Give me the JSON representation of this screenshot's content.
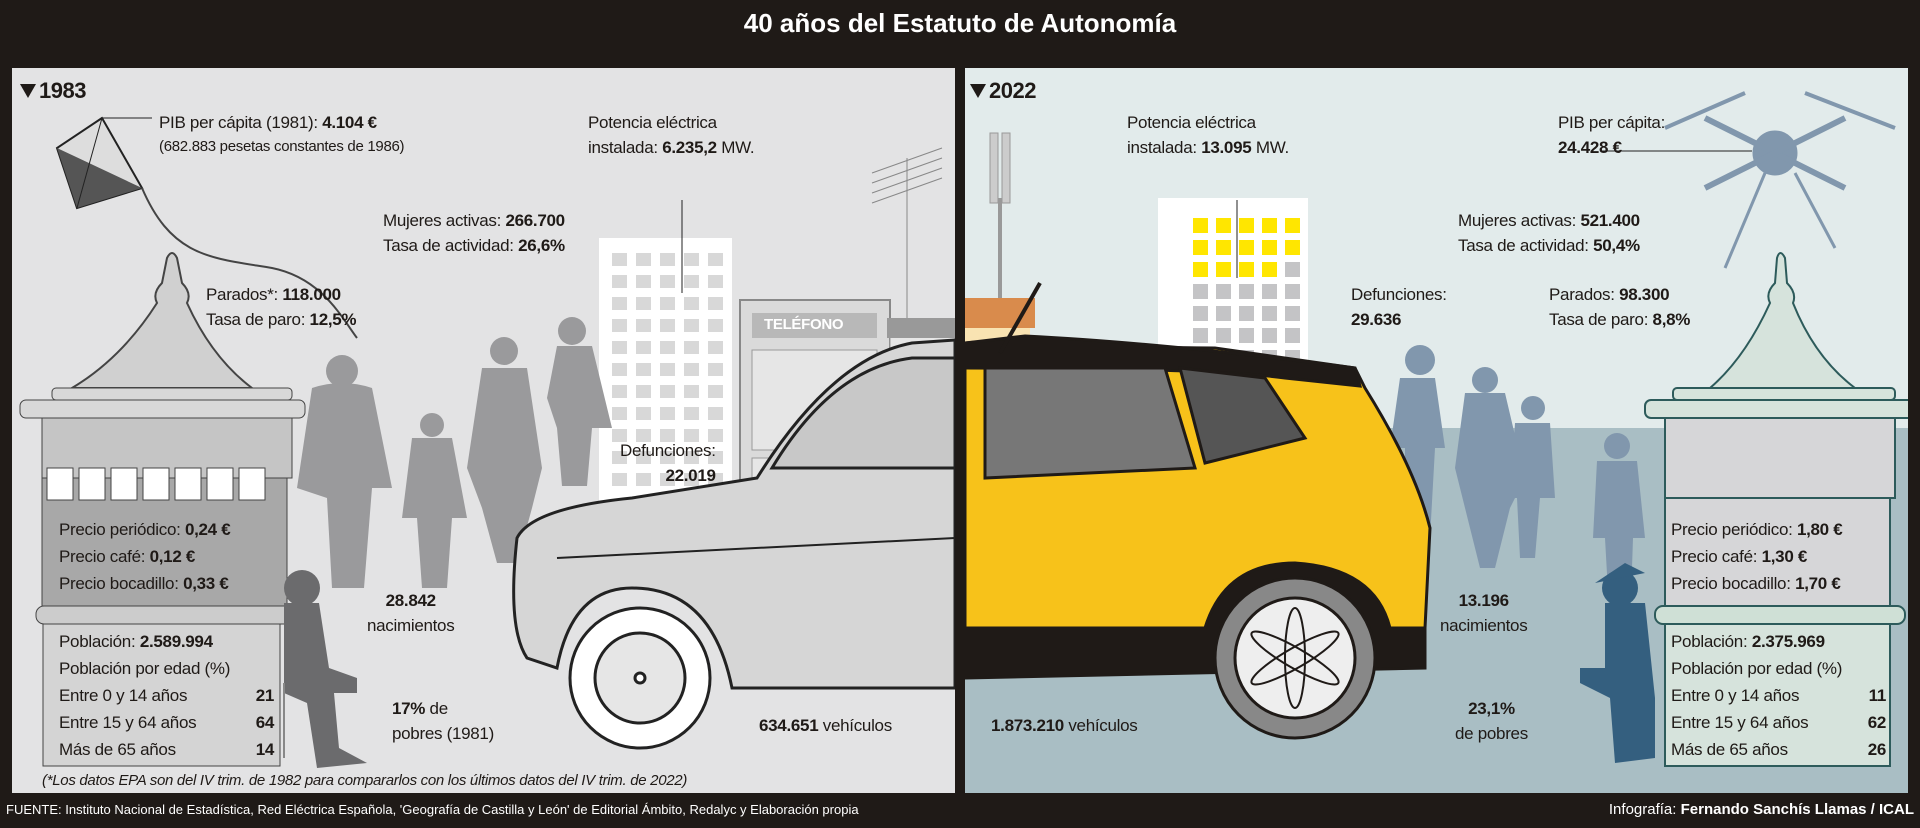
{
  "title": "40 años del Estatuto de Autonomía",
  "left": {
    "year": "1983",
    "pib_label": "PIB per cápita (1981): ",
    "pib_value": "4.104 €",
    "pib_note": "(682.883 pesetas constantes de 1986)",
    "potencia_label1": "Potencia eléctrica",
    "potencia_label2": "instalada: ",
    "potencia_value": "6.235,2",
    "potencia_unit": " MW.",
    "mujeres_label": "Mujeres activas: ",
    "mujeres_value": "266.700",
    "tasa_act_label": "Tasa de actividad: ",
    "tasa_act_value": "26,6%",
    "parados_label": "Parados*: ",
    "parados_value": "118.000",
    "tasa_paro_label": "Tasa de paro: ",
    "tasa_paro_value": "12,5%",
    "defunciones_label": "Defunciones:",
    "defunciones_value": "22.019",
    "telefono": "TELÉFONO",
    "prices": [
      {
        "label": "Precio periódico: ",
        "value": "0,24 €"
      },
      {
        "label": "Precio café: ",
        "value": "0,12 €"
      },
      {
        "label": "Precio bocadillo: ",
        "value": "0,33 €"
      }
    ],
    "poblacion_label": "Población: ",
    "poblacion_value": "2.589.994",
    "edad_label": "Población por edad (%)",
    "ages": [
      {
        "label": "Entre 0 y 14 años",
        "value": "21"
      },
      {
        "label": "Entre 15 y 64 años",
        "value": "64"
      },
      {
        "label": "Más de 65 años",
        "value": "14"
      }
    ],
    "nacimientos_value": "28.842",
    "nacimientos_label": "nacimientos",
    "pobres_value": "17%",
    "pobres_label1": " de",
    "pobres_label2": "pobres (1981)",
    "vehiculos_value": "634.651",
    "vehiculos_label": " vehículos",
    "footnote": "(*Los datos EPA son del IV trim. de 1982 para compararlos con los últimos datos del IV trim. de 2022)"
  },
  "right": {
    "year": "2022",
    "potencia_label1": "Potencia eléctrica",
    "potencia_label2": "instalada: ",
    "potencia_value": "13.095",
    "potencia_unit": " MW.",
    "pib_label": "PIB per cápita:",
    "pib_value": "24.428 €",
    "mujeres_label": "Mujeres activas: ",
    "mujeres_value": "521.400",
    "tasa_act_label": "Tasa de actividad: ",
    "tasa_act_value": "50,4%",
    "defunciones_label": "Defunciones:",
    "defunciones_value": "29.636",
    "parados_label": "Parados: ",
    "parados_value": "98.300",
    "tasa_paro_label": "Tasa de paro: ",
    "tasa_paro_value": "8,8%",
    "prices": [
      {
        "label": "Precio periódico: ",
        "value": "1,80 €"
      },
      {
        "label": "Precio café: ",
        "value": "1,30 €"
      },
      {
        "label": "Precio bocadillo: ",
        "value": "1,70 €"
      }
    ],
    "poblacion_label": "Población: ",
    "poblacion_value": "2.375.969",
    "edad_label": "Población por edad (%)",
    "ages": [
      {
        "label": "Entre 0 y 14 años",
        "value": "11"
      },
      {
        "label": "Entre 15 y 64 años",
        "value": "62"
      },
      {
        "label": "Más de 65 años",
        "value": "26"
      }
    ],
    "nacimientos_value": "13.196",
    "nacimientos_label": "nacimientos",
    "pobres_value": "23,1%",
    "pobres_label": "de pobres",
    "vehiculos_value": "1.873.210",
    "vehiculos_label": " vehículos"
  },
  "footer": {
    "source_label": "FUENTE:",
    "source": " Instituto Nacional de Estadística, Red Eléctrica Española, 'Geografía de Castilla y León' de Editorial Ámbito, Redalyc  y Elaboración propia",
    "credit_label": "Infografía: ",
    "credit": "Fernando Sanchís Llamas / ICAL"
  },
  "colors": {
    "left_bg": "#e3e3e4",
    "right_bg": "#e2ebeb",
    "silhouette_1983": "#9a9a9c",
    "silhouette_2022": "#8197ad",
    "car_yellow": "#f7c21a",
    "window_yellow": "#ffe600",
    "frame": "#1f1a17"
  }
}
